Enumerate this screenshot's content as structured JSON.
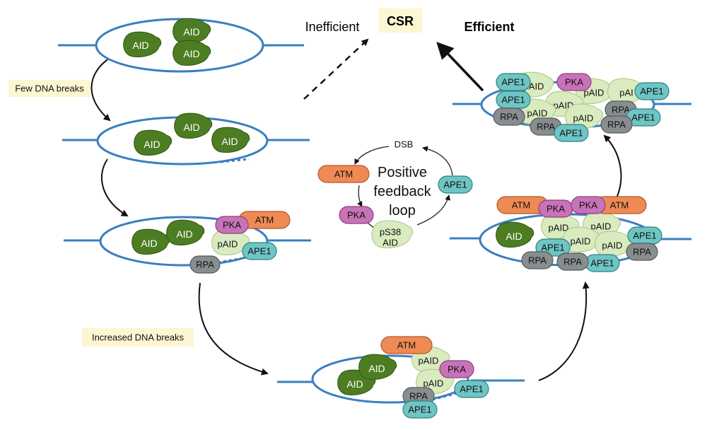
{
  "colors": {
    "dna": "#3a7fc1",
    "aid": "#4d7d22",
    "paid": "#d9ebbf",
    "ape1": "#6fc4c4",
    "pka": "#c873b8",
    "atm": "#ef8a55",
    "rpa": "#888d8f",
    "label_highlight": "#fdf6d3"
  },
  "labels": {
    "csr": "CSR",
    "inefficient": "Inefficient",
    "efficient": "Efficient",
    "few_breaks": "Few DNA breaks",
    "increased_breaks": "Increased DNA breaks"
  },
  "proteins": {
    "aid": "AID",
    "paid": "pAID",
    "paid_cut": "pAI",
    "ape1": "APE1",
    "pka": "PKA",
    "atm": "ATM",
    "rpa": "RPA"
  },
  "feedback_loop": {
    "dsb": "DSB",
    "line1": "Positive",
    "line2": "feedback",
    "line3": "loop",
    "ps38_line1": "pS38",
    "ps38_line2": "AID"
  }
}
